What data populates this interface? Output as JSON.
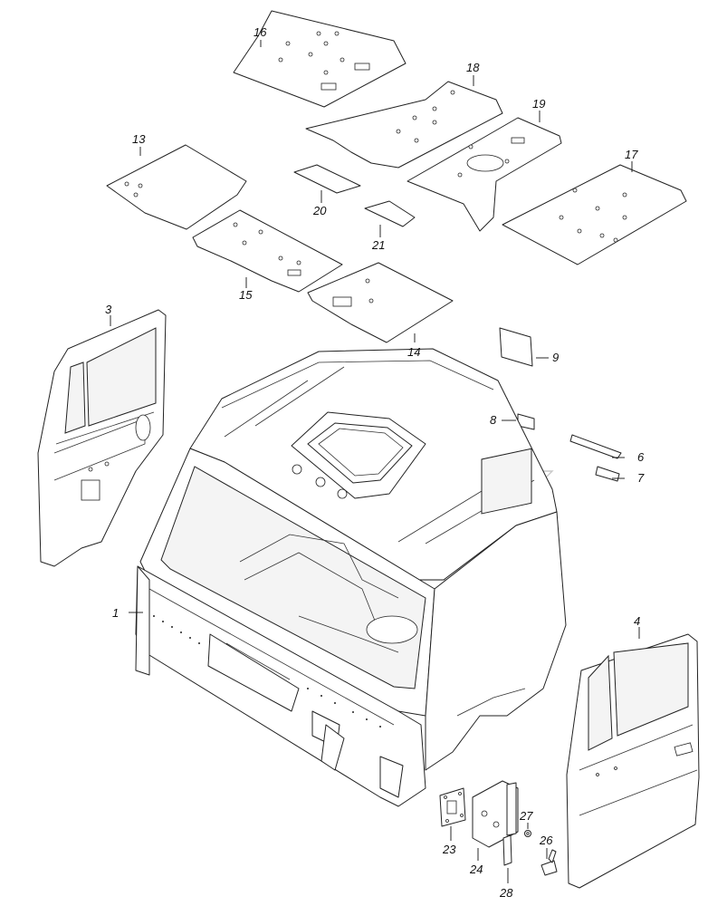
{
  "callouts": [
    {
      "id": "1",
      "label": "1"
    },
    {
      "id": "3",
      "label": "3"
    },
    {
      "id": "4",
      "label": "4"
    },
    {
      "id": "6",
      "label": "6"
    },
    {
      "id": "7",
      "label": "7"
    },
    {
      "id": "8",
      "label": "8"
    },
    {
      "id": "9",
      "label": "9"
    },
    {
      "id": "13",
      "label": "13"
    },
    {
      "id": "14",
      "label": "14"
    },
    {
      "id": "15",
      "label": "15"
    },
    {
      "id": "16",
      "label": "16"
    },
    {
      "id": "17",
      "label": "17"
    },
    {
      "id": "18",
      "label": "18"
    },
    {
      "id": "19",
      "label": "19"
    },
    {
      "id": "20",
      "label": "20"
    },
    {
      "id": "21",
      "label": "21"
    },
    {
      "id": "23",
      "label": "23"
    },
    {
      "id": "24",
      "label": "24"
    },
    {
      "id": "26",
      "label": "26"
    },
    {
      "id": "27",
      "label": "27"
    },
    {
      "id": "28",
      "label": "28"
    }
  ],
  "colors": {
    "line": "#222222",
    "background": "#ffffff",
    "watermark": "#c9c9c9"
  }
}
